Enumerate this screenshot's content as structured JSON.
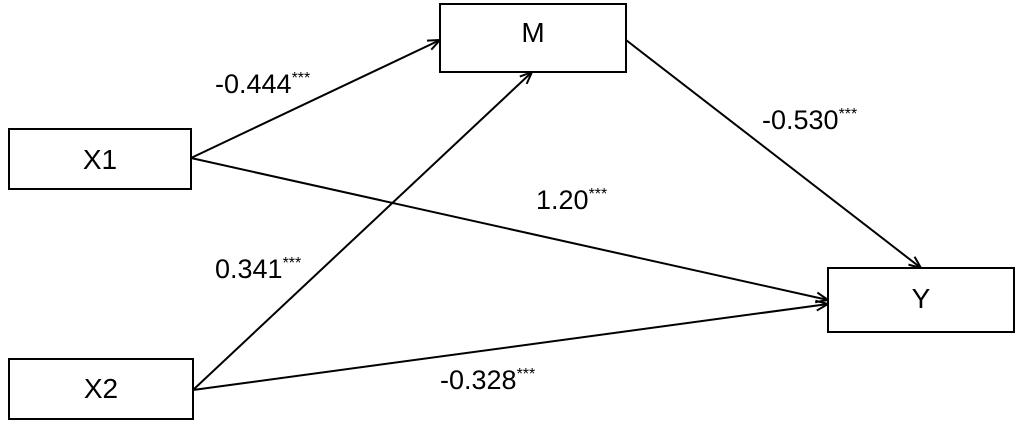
{
  "nodes": {
    "x1": {
      "label": "X1"
    },
    "x2": {
      "label": "X2"
    },
    "m": {
      "label": "M"
    },
    "y": {
      "label": "Y"
    }
  },
  "paths": {
    "x1_m": {
      "coef": "-0.444",
      "sig": "***"
    },
    "x2_m": {
      "coef": "0.341",
      "sig": "***"
    },
    "m_y": {
      "coef": "-0.530",
      "sig": "***"
    },
    "x1_y": {
      "coef": "1.20",
      "sig": "***"
    },
    "x2_y": {
      "coef": "-0.328",
      "sig": "***"
    }
  }
}
